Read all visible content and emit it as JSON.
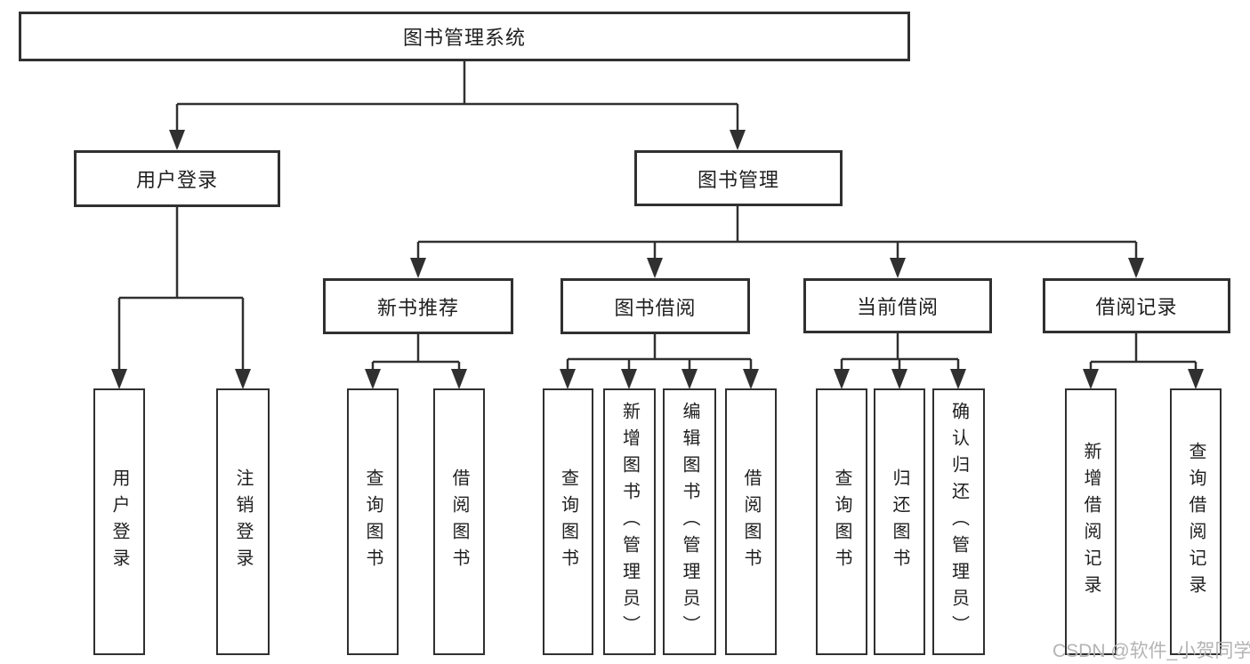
{
  "tree": {
    "label": "图书管理系统",
    "children": [
      {
        "label": "用户登录",
        "children": [
          {
            "label": "用户登录"
          },
          {
            "label": "注销登录"
          }
        ]
      },
      {
        "label": "图书管理",
        "children": [
          {
            "label": "新书推荐",
            "children": [
              {
                "label": "查询图书"
              },
              {
                "label": "借阅图书"
              }
            ]
          },
          {
            "label": "图书借阅",
            "children": [
              {
                "label": "查询图书"
              },
              {
                "label": "新增图书（管理员）"
              },
              {
                "label": "编辑图书（管理员）"
              },
              {
                "label": "借阅图书"
              }
            ]
          },
          {
            "label": "当前借阅",
            "children": [
              {
                "label": "查询图书"
              },
              {
                "label": "归还图书"
              },
              {
                "label": "确认归还（管理员）"
              }
            ]
          },
          {
            "label": "借阅记录",
            "children": [
              {
                "label": "新增借阅记录"
              },
              {
                "label": "查询借阅记录"
              }
            ]
          }
        ]
      }
    ]
  },
  "watermark": {
    "text": "CSDN @软件_小贺同学"
  },
  "style": {
    "line_color": "#303030",
    "box_border_color": "#303030",
    "text_color": "#1f1f1f",
    "watermark_color": "#b4b4b4",
    "background": "#ffffff"
  }
}
